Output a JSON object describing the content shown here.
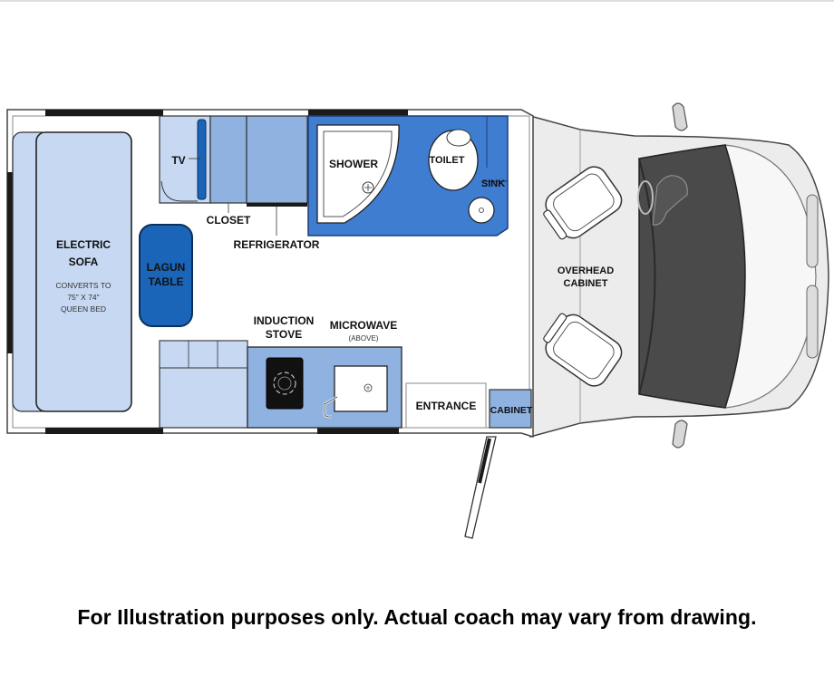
{
  "labels": {
    "tv": "TV",
    "closet": "CLOSET",
    "refrigerator": "REFRIGERATOR",
    "shower": "SHOWER",
    "toilet": "TOILET",
    "sink": "SINK",
    "electric_sofa_line1": "ELECTRIC",
    "electric_sofa_line2": "SOFA",
    "sofa_note_line1": "CONVERTS TO",
    "sofa_note_line2": "75\" X 74\"",
    "sofa_note_line3": "QUEEN BED",
    "table_line1": "LAGUN",
    "table_line2": "TABLE",
    "stove_line1": "INDUCTION",
    "stove_line2": "STOVE",
    "microwave": "MICROWAVE",
    "microwave_note": "(ABOVE)",
    "entrance": "ENTRANCE",
    "cabinet": "CABINET",
    "overhead_line1": "OVERHEAD",
    "overhead_line2": "CABINET"
  },
  "disclaimer": "For Illustration purposes only.  Actual coach may vary from drawing.",
  "colors": {
    "light_blue": "#c6d8f2",
    "mid_blue": "#8fb2e0",
    "bath_blue": "#3f7dd1",
    "table_blue": "#1a65b8",
    "wall_dark": "#1a1a1a",
    "floor": "#ffffff",
    "cab_gray": "#e4e4e4",
    "windshield": "#4a4a4a"
  }
}
